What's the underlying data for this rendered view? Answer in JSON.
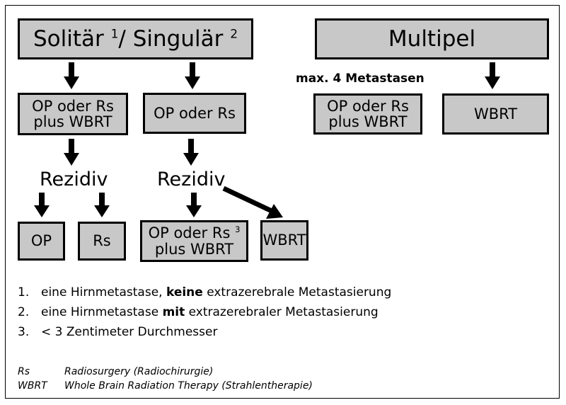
{
  "boxes": {
    "solitaer": {
      "text": "Solitär ",
      "sup1": "1",
      "mid": "/ Singulär ",
      "sup2": "2"
    },
    "multipel": "Multipel",
    "op_rs_plus_wbrt_1": {
      "line1": "OP oder Rs",
      "line2": "plus WBRT"
    },
    "op_rs": "OP oder Rs",
    "op_rs_plus_wbrt_2": {
      "line1": "OP oder Rs",
      "line2": "plus WBRT"
    },
    "wbrt_top": "WBRT",
    "op": "OP",
    "rs": "Rs",
    "op_rs_plus_wbrt_3": {
      "line1": "OP oder Rs ",
      "sup": "3",
      "line2": "plus WBRT"
    },
    "wbrt_bottom": "WBRT"
  },
  "labels": {
    "max_metastasen": "max. 4 Metastasen",
    "rezidiv_left": "Rezidiv",
    "rezidiv_right": "Rezidiv"
  },
  "footnotes": [
    {
      "num": "1.",
      "pre": "eine Hirnmetastase, ",
      "bold": "keine",
      "post": " extrazerebrale Metastasierung"
    },
    {
      "num": "2.",
      "pre": "eine Hirnmetastase ",
      "bold": "mit",
      "post": " extrazerebraler Metastasierung"
    },
    {
      "num": "3.",
      "pre": "< 3 Zentimeter Durchmesser",
      "bold": "",
      "post": ""
    }
  ],
  "legend": [
    {
      "abbr": "Rs",
      "text": "Radiosurgery (Radiochirurgie)"
    },
    {
      "abbr": "WBRT",
      "text": "Whole Brain Radiation Therapy (Strahlentherapie)"
    }
  ]
}
